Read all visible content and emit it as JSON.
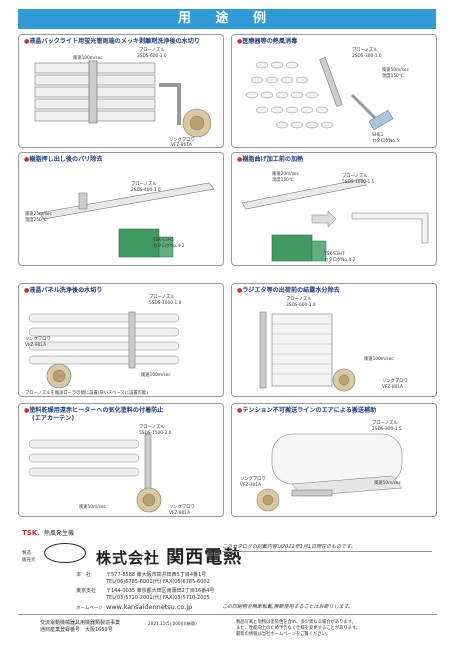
{
  "page_title": "用 途 例",
  "panels": [
    {
      "title": "液晶バックライト用蛍光管両端のメッキ剥離剤洗浄後の水切り",
      "subtitle": "",
      "labels": [
        "ブローノズル",
        "3SDS-600-1.0",
        "風速100m/sec",
        "リングブロワ",
        "VFZ-801A"
      ]
    },
    {
      "title": "医療器等の熱風消毒",
      "subtitle": "",
      "labels": [
        "ブローノズル",
        "2SDS-300-1.0",
        "風速50m/sec",
        "温度150℃",
        "SHE1",
        "カタログNo.5"
      ]
    },
    {
      "title": "樹脂押し出し後のバリ除去",
      "subtitle": "",
      "labels": [
        "ブローノズル",
        "2SDS-400-1.0",
        "風速25m/sec",
        "温度250℃",
        "TSK-S3H5",
        "カタログNo.4-2"
      ]
    },
    {
      "title": "樹脂曲げ加工前の加熱",
      "subtitle": "",
      "labels": [
        "風速20m/sec",
        "温度150℃",
        "ブローノズル",
        "5SDS-1000-1.5",
        "TSK-S3H7",
        "カタログNo.4-2"
      ]
    },
    {
      "title": "液晶パネル洗浄後の水切り",
      "subtitle": "",
      "labels": [
        "ブローノズル",
        "5SDS-1000-1.0",
        "リングブロワ",
        "VFZ-901A",
        "風速100m/sec",
        "ブローノズルを搬送ローラの間に設置(狭いスペースに設置可能)"
      ]
    },
    {
      "title": "ラジエタ等の出荷前の結露水分除去",
      "subtitle": "",
      "labels": [
        "ブローノズル",
        "3SDS-600-1.0",
        "風速100m/sec",
        "リングブロワ",
        "VFZ-801A"
      ]
    },
    {
      "title": "塗料乾燥用遠赤ヒーターへの気化塗料の付着防止",
      "subtitle": "(エアカーテン)",
      "labels": [
        "ブローノズル",
        "5SDS-1500-2.0",
        "風速50m/sec",
        "リングブロワ",
        "VFZ-801A"
      ]
    },
    {
      "title": "テンション不可搬送ラインのエアによる搬送補助",
      "subtitle": "",
      "labels": [
        "ブローノズル",
        "2SDS-300-1.5",
        "風速50m/sec",
        "リングブロワ",
        "VFZ-301A"
      ]
    }
  ],
  "footer": {
    "brand_mark": "TSK.",
    "brand_text": "熱風発生機",
    "maker_label": "製造 販売元",
    "company_prefix": "株式会社",
    "company_name": "関西電熱",
    "catalog_note": "このカタログの記載内容は2022年1月1日現在のものです。",
    "spec_note": "この印刷物を無断転載,無断使用することはお断りします。",
    "hq_label": "本　社",
    "hq_address": "〒577-8588 東大阪市高井田西5丁目4番1号",
    "hq_tel": "TEL(06)6785-6001(代) FAX(06)6785-6002",
    "tokyo_label": "東京支社",
    "tokyo_address": "〒144-0035 東京都大田区南蒲田2丁目16番4号",
    "tokyo_tel": "TEL(03)5710-2001(代) FAX(03)5710-2005",
    "homepage_label": "ホームページ",
    "homepage_url": "www.kansaidennetsu.co.jp",
    "reg1": "交流電動機械器具用機器類製造事業",
    "reg2": "通商産業登録番号　大阪1659号",
    "print_code": "2021.11(5).000(Ⅰ)(新版)",
    "disclaimer1": "製品写真と現物は塗装色を含め、多少異なる場合があります。",
    "disclaimer2": "また、性能向上のため予告なく仕様を変更することがあります。",
    "disclaimer3": "最新の情報は当社ホームページをご覧ください。"
  },
  "colors": {
    "accent": "#2e9bd6",
    "title_text": "#1d3d80",
    "bullet": "#d02a2a",
    "equipment": "#3f9a62"
  }
}
